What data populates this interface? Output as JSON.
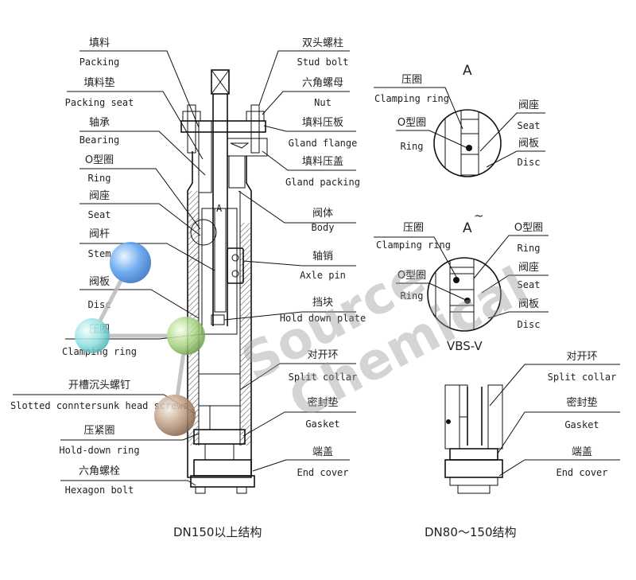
{
  "left_labels": [
    {
      "id": "packing",
      "cn": "填料",
      "en": "Packing"
    },
    {
      "id": "packing-seat",
      "cn": "填料垫",
      "en": "Packing seat"
    },
    {
      "id": "bearing",
      "cn": "轴承",
      "en": "Bearing"
    },
    {
      "id": "o-ring",
      "cn": "O型圈",
      "en": "Ring"
    },
    {
      "id": "seat",
      "cn": "阀座",
      "en": "Seat"
    },
    {
      "id": "stem",
      "cn": "阀杆",
      "en": "Stem"
    },
    {
      "id": "disc",
      "cn": "阀板",
      "en": "Disc"
    },
    {
      "id": "clamping-ring",
      "cn": "压圈",
      "en": "Clamping ring"
    },
    {
      "id": "slotted-screws",
      "cn": "开槽沉头螺钉",
      "en": "Slotted conntersunk head screws"
    },
    {
      "id": "hold-down-ring",
      "cn": "压紧圈",
      "en": "Hold-down ring"
    },
    {
      "id": "hexagon-bolt",
      "cn": "六角螺栓",
      "en": "Hexagon bolt"
    }
  ],
  "center_labels": [
    {
      "id": "stud-bolt",
      "cn": "双头螺柱",
      "en": "Stud bolt"
    },
    {
      "id": "nut",
      "cn": "六角螺母",
      "en": "Nut"
    },
    {
      "id": "gland-flange",
      "cn": "填料压板",
      "en": "Gland flange"
    },
    {
      "id": "gland-packing",
      "cn": "填料压盖",
      "en": "Gland packing"
    },
    {
      "id": "body",
      "cn": "阀体",
      "en": "Body"
    },
    {
      "id": "axle-pin",
      "cn": "轴销",
      "en": "Axle pin"
    },
    {
      "id": "hold-down-plate",
      "cn": "挡块",
      "en": "Hold down plate"
    },
    {
      "id": "split-collar",
      "cn": "对开环",
      "en": "Split collar"
    },
    {
      "id": "gasket",
      "cn": "密封垫",
      "en": "Gasket"
    },
    {
      "id": "end-cover",
      "cn": "端盖",
      "en": "End cover"
    }
  ],
  "detail_a": {
    "title": "A",
    "labels": [
      {
        "id": "a-clamping-ring",
        "cn": "压圈",
        "en": "Clamping ring"
      },
      {
        "id": "a-o-ring",
        "cn": "O型圈",
        "en": "Ring"
      },
      {
        "id": "a-seat",
        "cn": "阀座",
        "en": "Seat"
      },
      {
        "id": "a-disc",
        "cn": "阀板",
        "en": "Disc"
      }
    ]
  },
  "detail_a2": {
    "title": "A",
    "tilde": "~",
    "caption": "VBS-V",
    "labels": [
      {
        "id": "a2-clamping-ring",
        "cn": "压圈",
        "en": "Clamping ring"
      },
      {
        "id": "a2-o-ring-top",
        "cn": "O型圈",
        "en": "Ring"
      },
      {
        "id": "a2-o-ring",
        "cn": "O型圈",
        "en": "Ring"
      },
      {
        "id": "a2-seat",
        "cn": "阀座",
        "en": "Seat"
      },
      {
        "id": "a2-disc",
        "cn": "阀板",
        "en": "Disc"
      }
    ]
  },
  "small_assembly_labels": [
    {
      "id": "s-split-collar",
      "cn": "对开环",
      "en": "Split collar"
    },
    {
      "id": "s-gasket",
      "cn": "密封垫",
      "en": "Gasket"
    },
    {
      "id": "s-end-cover",
      "cn": "端盖",
      "en": "End cover"
    }
  ],
  "marker_a": "A",
  "captions": {
    "left": "DN150以上结构",
    "right": "DN80～150结构"
  },
  "watermark": [
    "Source",
    "Chemical"
  ],
  "colors": {
    "line": "#111111",
    "hatch": "#555555",
    "sphere_blue": "#5aa0ee",
    "sphere_cyan": "#7fd8d8",
    "sphere_green": "#9fd07a",
    "sphere_brown": "#b08a6e"
  }
}
